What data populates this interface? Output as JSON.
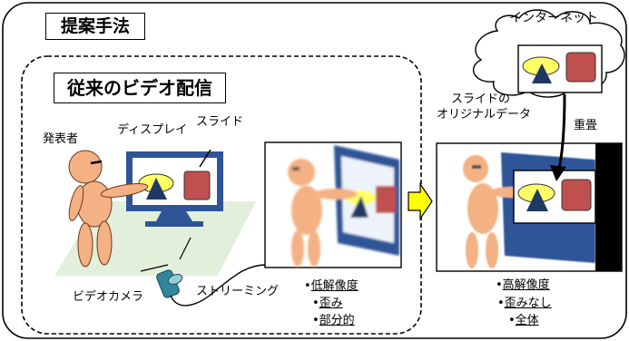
{
  "title": "提案手法",
  "conventional_title": "従来のビデオ配信",
  "labels": {
    "presenter": "発表者",
    "display": "ディスプレイ",
    "slide": "スライド",
    "camera": "ビデオカメラ",
    "streaming": "ストリーミング",
    "internet": "インターネット",
    "original_data_line1": "スライドの",
    "original_data_line2": "オリジナルデータ",
    "overlay": "重畳"
  },
  "low_quality": [
    {
      "bullet": "•",
      "text": "低解像度"
    },
    {
      "bullet": "•",
      "text": "歪み"
    },
    {
      "bullet": "•",
      "text": "部分的"
    }
  ],
  "high_quality": [
    {
      "bullet": "•",
      "text": "高解像度"
    },
    {
      "bullet": "•",
      "text": "歪みなし"
    },
    {
      "bullet": "•",
      "text": "全体"
    }
  ],
  "colors": {
    "figure": "#f4b183",
    "monitor": "#2f5597",
    "ellipse": "#ffff66",
    "triangle": "#1f3864",
    "square": "#c0504d",
    "floor": "#e2efda",
    "camera": "#31859c",
    "arrow": "#ffff00"
  }
}
